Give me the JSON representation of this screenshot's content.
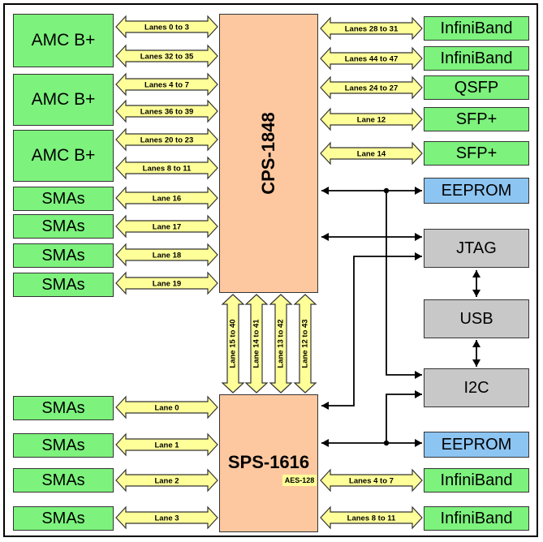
{
  "chips": {
    "cps": "CPS-1848",
    "sps": "SPS-1616",
    "aes": "AES-128"
  },
  "left_blocks": [
    {
      "label": "AMC B+"
    },
    {
      "label": "AMC B+"
    },
    {
      "label": "AMC B+"
    },
    {
      "label": "SMAs"
    },
    {
      "label": "SMAs"
    },
    {
      "label": "SMAs"
    },
    {
      "label": "SMAs"
    },
    {
      "label": "SMAs"
    },
    {
      "label": "SMAs"
    },
    {
      "label": "SMAs"
    },
    {
      "label": "SMAs"
    }
  ],
  "right_blocks": [
    {
      "label": "InfiniBand"
    },
    {
      "label": "InfiniBand"
    },
    {
      "label": "QSFP"
    },
    {
      "label": "SFP+"
    },
    {
      "label": "SFP+"
    },
    {
      "label": "EEPROM"
    },
    {
      "label": "JTAG"
    },
    {
      "label": "USB"
    },
    {
      "label": "I2C"
    },
    {
      "label": "EEPROM"
    },
    {
      "label": "InfiniBand"
    },
    {
      "label": "InfiniBand"
    }
  ],
  "left_arrows": [
    "Lanes 0 to 3",
    "Lanes 32 to 35",
    "Lanes 4 to 7",
    "Lanes 36 to 39",
    "Lanes 20 to 23",
    "Lanes 8 to 11",
    "Lane 16",
    "Lane 17",
    "Lane 18",
    "Lane 19",
    "Lane 0",
    "Lane 1",
    "Lane 2",
    "Lane 3"
  ],
  "right_arrows": [
    "Lanes 28 to 31",
    "Lanes 44 to 47",
    "Lanes 24 to 27",
    "Lane 12",
    "Lane 14",
    "Lanes 4 to 7",
    "Lanes 8 to 11"
  ],
  "vertical_arrows": [
    "Lane 15 to 40",
    "Lane 14 to 41",
    "Lane 13 to 42",
    "Lane 12 to 43"
  ],
  "colors": {
    "green": "#7df27d",
    "blue": "#8cc4f2",
    "gray": "#c8c8c8",
    "chip": "#fdc8a0",
    "arrow": "#ffff99"
  }
}
